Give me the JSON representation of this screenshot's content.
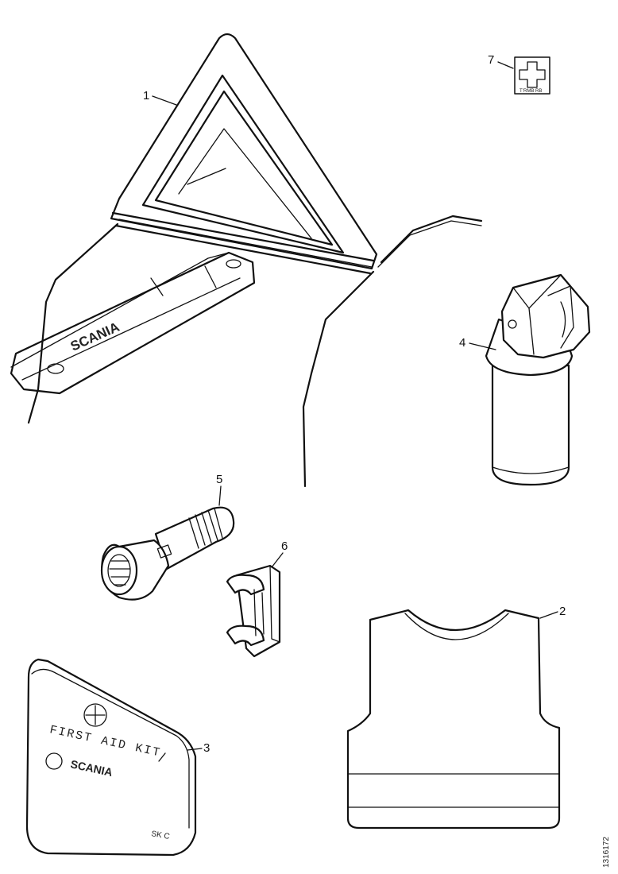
{
  "callouts": {
    "c1": "1",
    "c2": "2",
    "c3": "3",
    "c4": "4",
    "c5": "5",
    "c6": "6",
    "c7": "7"
  },
  "labels": {
    "triangle_case_logo": "SCANIA",
    "first_aid_text": "FIRST AID KIT",
    "first_aid_logo": "SCANIA",
    "first_aid_small": "SK C",
    "sticker_caption": "T’RMB RB",
    "drawing_ref": "1316172"
  },
  "icons": {
    "first_aid_cross": "cross-in-circle-icon",
    "sticker_cross": "cross-icon"
  }
}
